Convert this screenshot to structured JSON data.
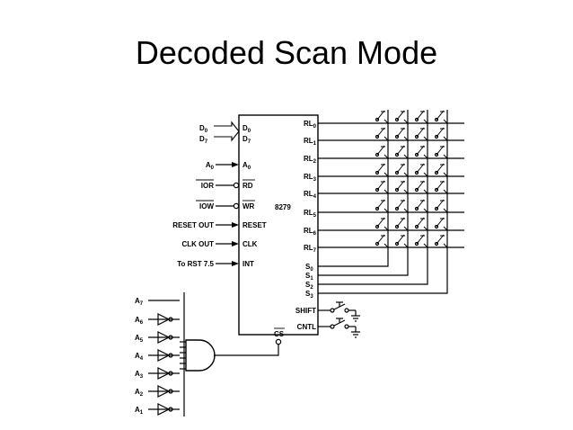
{
  "slide": {
    "title": "Decoded Scan Mode"
  },
  "diagram": {
    "chip_name": "8279",
    "data_in": {
      "top": "D",
      "top_sub": "0",
      "bottom": "D",
      "bottom_sub": "7"
    },
    "left_signals": [
      {
        "name": "A",
        "sub": "0",
        "pin": "A",
        "pin_sub": "0",
        "inverted": false
      },
      {
        "name": "IOR",
        "sub": "",
        "pin": "RD",
        "pin_sub": "",
        "inverted": true
      },
      {
        "name": "IOW",
        "sub": "",
        "pin": "WR",
        "pin_sub": "",
        "inverted": true
      },
      {
        "name": "RESET OUT",
        "sub": "",
        "pin": "RESET",
        "pin_sub": "",
        "inverted": false
      },
      {
        "name": "CLK OUT",
        "sub": "",
        "pin": "CLK",
        "pin_sub": "",
        "inverted": false
      },
      {
        "name": "To RST 7.5",
        "sub": "",
        "pin": "INT",
        "pin_sub": "",
        "inverted": false
      }
    ],
    "return_lines": [
      {
        "name": "RL",
        "sub": "0"
      },
      {
        "name": "RL",
        "sub": "1"
      },
      {
        "name": "RL",
        "sub": "2"
      },
      {
        "name": "RL",
        "sub": "3"
      },
      {
        "name": "RL",
        "sub": "4"
      },
      {
        "name": "RL",
        "sub": "5"
      },
      {
        "name": "RL",
        "sub": "6"
      },
      {
        "name": "RL",
        "sub": "7"
      }
    ],
    "scan_lines": [
      {
        "name": "S",
        "sub": "0"
      },
      {
        "name": "S",
        "sub": "1"
      },
      {
        "name": "S",
        "sub": "2"
      },
      {
        "name": "S",
        "sub": "3"
      }
    ],
    "control_pins": [
      {
        "name": "SHIFT"
      },
      {
        "name": "CNTL"
      }
    ],
    "chip_select": "CS",
    "address_lines": [
      {
        "name": "A",
        "sub": "7"
      },
      {
        "name": "A",
        "sub": "6"
      },
      {
        "name": "A",
        "sub": "5"
      },
      {
        "name": "A",
        "sub": "4"
      },
      {
        "name": "A",
        "sub": "3"
      },
      {
        "name": "A",
        "sub": "2"
      },
      {
        "name": "A",
        "sub": "1"
      }
    ]
  }
}
